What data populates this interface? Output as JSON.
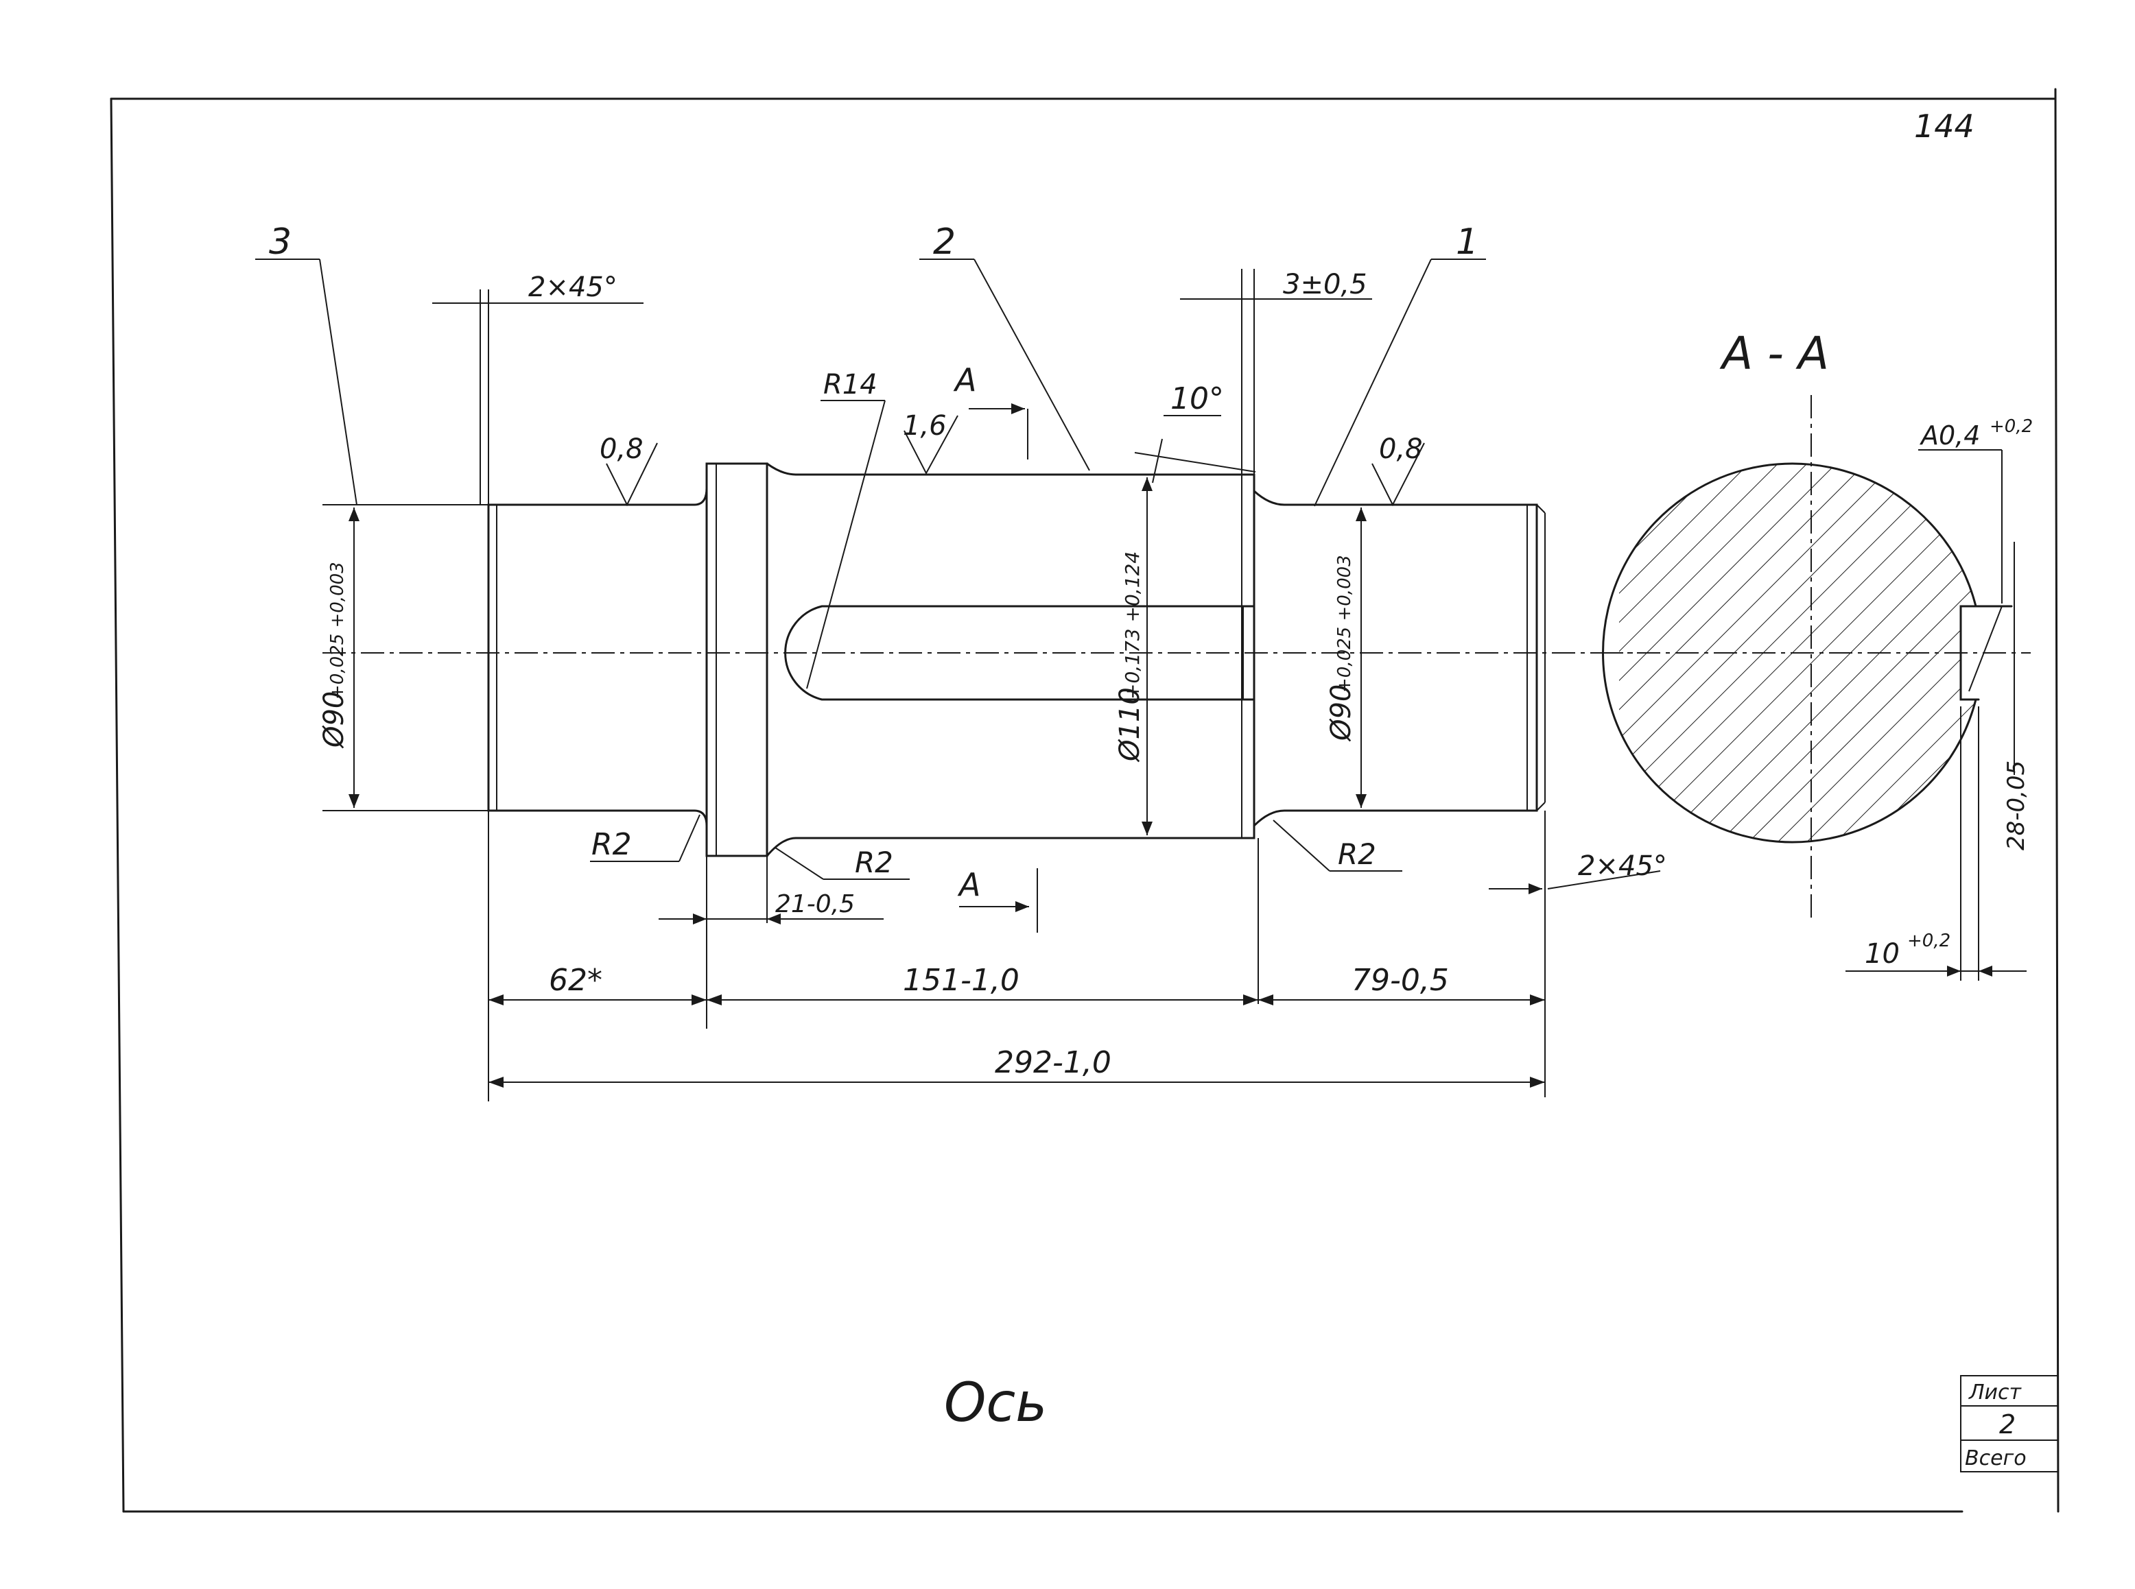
{
  "sheet": {
    "page_number": "144",
    "title": "Ось",
    "section_title": "А - А",
    "title_block": {
      "sheet_label": "Лист",
      "sheet_number": "2",
      "total_label": "Всего"
    }
  },
  "callouts": {
    "part1": "1",
    "part2": "2",
    "part3": "3"
  },
  "roughness": {
    "left_journal": "0,8",
    "center_body": "1,6",
    "right_journal": "0,8"
  },
  "dimensions": {
    "chamfer_left": "2×45°",
    "chamfer_right": "2×45°",
    "collar_width": "3±0,5",
    "angle": "10°",
    "radius_slot": "R14",
    "section_mark_top": "А",
    "section_mark_bottom": "А",
    "radius_left": "R2",
    "radius_center": "R2",
    "radius_right": "R2",
    "shoulder_width": "21-0,5",
    "len_left": "62*",
    "len_center": "151-1,0",
    "len_right": "79-0,5",
    "len_total": "292-1,0",
    "dia_left": "Ø90",
    "dia_left_tol": "+0,025 +0,003",
    "dia_center": "Ø110",
    "dia_center_tol": "+0,173 +0,124",
    "dia_right": "Ø90",
    "dia_right_tol": "+0,025 +0,003",
    "key_depth": "А0,4",
    "key_depth_tol": "+0,2",
    "key_width": "10",
    "key_width_tol": "+0,2",
    "flat_height": "28-0,05"
  }
}
